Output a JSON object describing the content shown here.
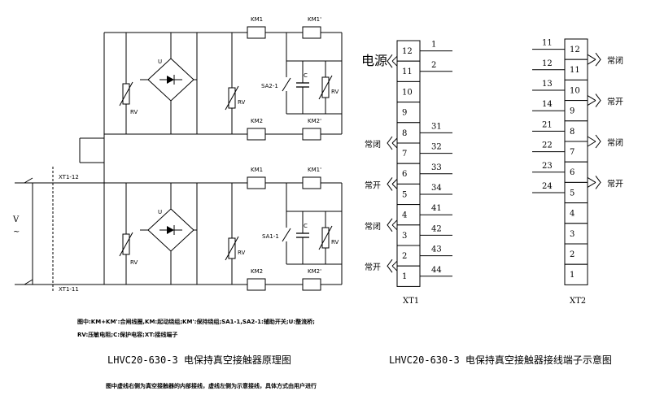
{
  "schematic": {
    "xt1_12": "XT1-12",
    "xt1_11": "XT1-11",
    "voltage": "V",
    "ac": "~",
    "u": "U",
    "rv": "RV",
    "c": "C",
    "km1": "KM1",
    "km1p": "KM1'",
    "km2": "KM2",
    "km2p": "KM2'",
    "sa2": "SA2-1",
    "sa1": "SA1-1"
  },
  "legend": {
    "line1": "图中:KM+KM':合闸线圈,KM:起动绕组;KM':保持绕组;SA1-1,SA2-1:辅助开关;U:整流桥;",
    "line2": "RV:压敏电阻;C:保护电容;XT:接线端子"
  },
  "titles": {
    "left": "LHVC20-630-3 电保持真空接触器原理图",
    "right": "LHVC20-630-3 电保持真空接触器接线端子示意图"
  },
  "note": "图中虚线右侧为真空接触器的内部接线，虚线左侧为示意接线，具体方式由用户进行",
  "xt1": {
    "label": "XT1",
    "terminals": [
      "12",
      "11",
      "10",
      "9",
      "8",
      "7",
      "6",
      "5",
      "4",
      "3",
      "2",
      "1"
    ],
    "wires": [
      "1",
      "2",
      "31",
      "32",
      "33",
      "34",
      "41",
      "42",
      "43",
      "44"
    ],
    "groups": [
      "电源",
      "常闭",
      "常开",
      "常闭",
      "常开"
    ]
  },
  "xt2": {
    "label": "XT2",
    "terminals": [
      "12",
      "11",
      "10",
      "9",
      "8",
      "7",
      "6",
      "5",
      "4",
      "3",
      "2",
      "1"
    ],
    "wires": [
      "11",
      "12",
      "13",
      "14",
      "21",
      "22",
      "23",
      "24"
    ],
    "groups": [
      "常闭",
      "常开",
      "常闭",
      "常开"
    ]
  }
}
